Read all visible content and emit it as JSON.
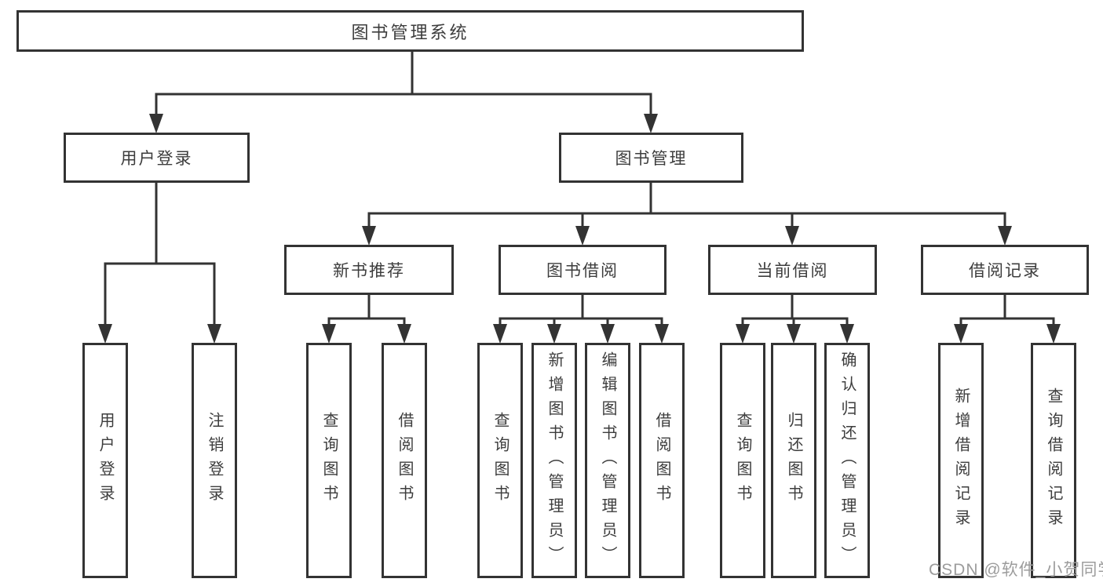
{
  "diagram": {
    "root": "图书管理系统",
    "level1": {
      "user_login": "用户登录",
      "book_management": "图书管理"
    },
    "level2": {
      "new_book_recommend": "新书推荐",
      "book_borrow": "图书借阅",
      "current_borrow": "当前借阅",
      "borrow_records": "借阅记录"
    },
    "leaves": {
      "under_user_login": [
        "用户登录",
        "注销登录"
      ],
      "under_new_book_recommend": [
        "查询图书",
        "借阅图书"
      ],
      "under_book_borrow": [
        "查询图书",
        "新增图书（管理员）",
        "编辑图书（管理员）",
        "借阅图书"
      ],
      "under_current_borrow": [
        "查询图书",
        "归还图书",
        "确认归还（管理员）"
      ],
      "under_borrow_records": [
        "新增借阅记录",
        "查询借阅记录"
      ]
    },
    "watermark": "CSDN @软件_小贺同学"
  }
}
